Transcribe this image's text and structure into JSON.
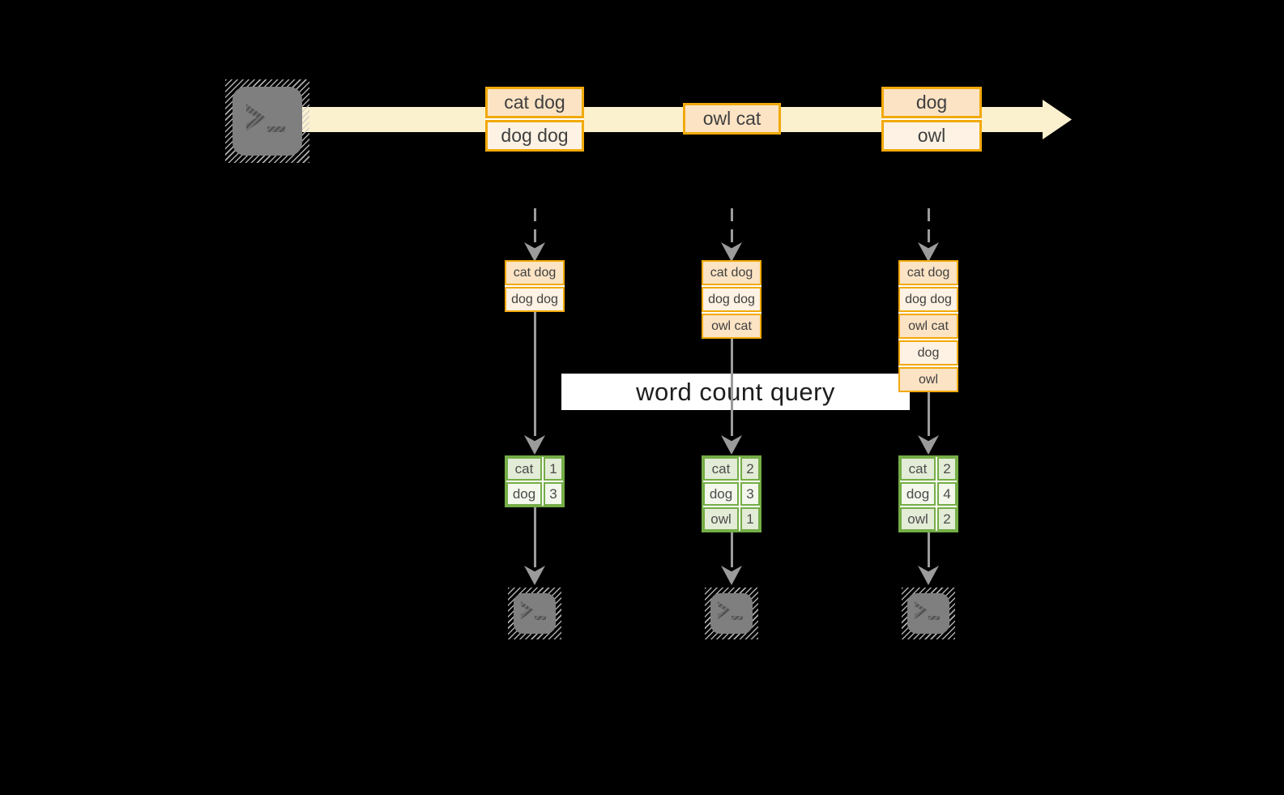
{
  "diagram": {
    "description": "streaming word count flow",
    "stream": {
      "batches": [
        {
          "rows": [
            "cat dog",
            "dog dog"
          ]
        },
        {
          "rows": [
            "owl cat"
          ]
        },
        {
          "rows": [
            "dog",
            "owl"
          ]
        }
      ]
    },
    "states": [
      {
        "rows": [
          "cat dog",
          "dog dog"
        ]
      },
      {
        "rows": [
          "cat dog",
          "dog dog",
          "owl cat"
        ]
      },
      {
        "rows": [
          "cat dog",
          "dog dog",
          "owl cat",
          "dog",
          "owl"
        ]
      }
    ],
    "query_label": "word count query",
    "results": [
      {
        "rows": [
          {
            "word": "cat",
            "count": "1"
          },
          {
            "word": "dog",
            "count": "3"
          }
        ]
      },
      {
        "rows": [
          {
            "word": "cat",
            "count": "2"
          },
          {
            "word": "dog",
            "count": "3"
          },
          {
            "word": "owl",
            "count": "1"
          }
        ]
      },
      {
        "rows": [
          {
            "word": "cat",
            "count": "2"
          },
          {
            "word": "dog",
            "count": "4"
          },
          {
            "word": "owl",
            "count": "2"
          }
        ]
      }
    ],
    "colors": {
      "background": "#000000",
      "stream_band": "#FCF1CE",
      "orange_border": "#F2A90A",
      "peach_fill": "#FBE3C4",
      "cream_fill": "#FDF2E3",
      "green_border": "#75AD47",
      "green_fill_dark": "#E3ECD6",
      "green_fill_light": "#F3F7EC",
      "arrow_gray": "#9B9B9B",
      "terminal_gray": "#7F7F7F",
      "query_band_bg": "#FFFFFF"
    }
  }
}
